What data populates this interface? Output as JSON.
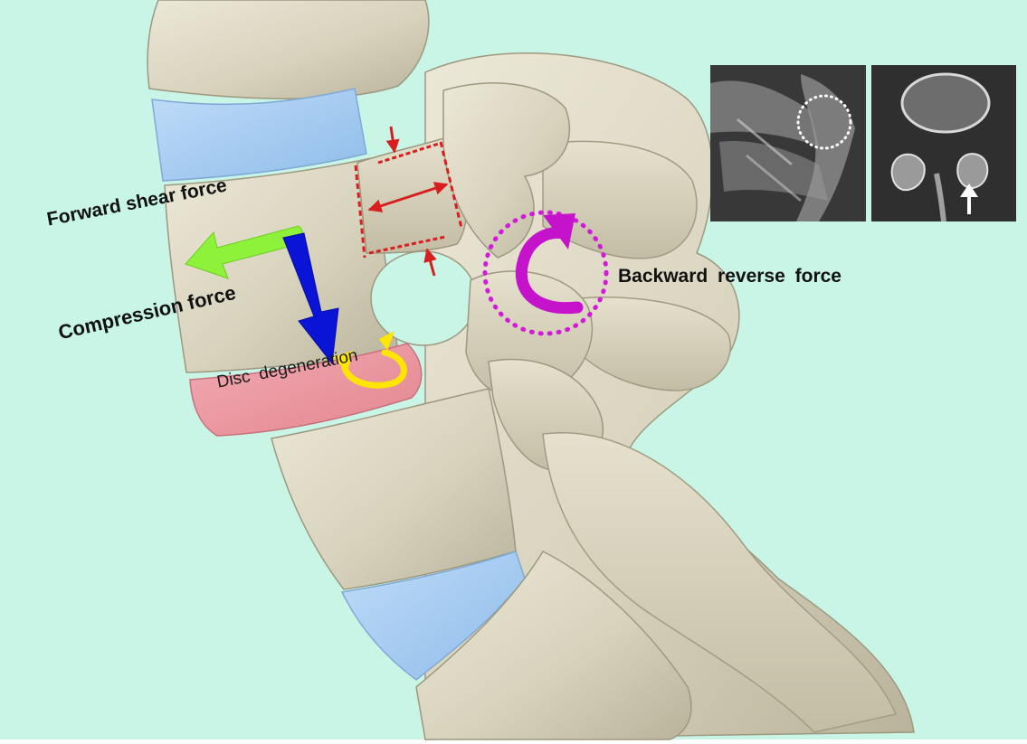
{
  "labels": {
    "forward_shear_force": "Forward shear force",
    "compression_force": "Compression force",
    "disc_degeneration": "Disc degeneration",
    "backward_reverse_force": "Backward reverse force"
  },
  "colors": {
    "background": "#c8f5e6",
    "bone": "#ddd8c4",
    "healthy_disc": "#a9cdf3",
    "degenerated_disc": "#ec97a2",
    "forward_shear_arrow": "#8ef23a",
    "compression_arrow": "#0a14d6",
    "rotation_arrow": "#d21bd8",
    "disc_rotation_arrow": "#ffe600",
    "pars_marker": "#d81e1e"
  },
  "icons": {
    "ct_indicator": "up-arrow-icon",
    "pars_marker": "double-headed-arrow-icon"
  }
}
